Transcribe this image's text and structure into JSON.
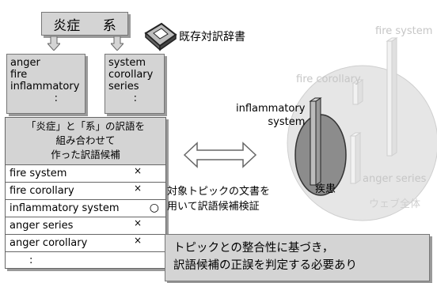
{
  "terms": {
    "left": "炎症",
    "right": "系"
  },
  "dictionary": {
    "label": "既存対訳辞書",
    "icon": "dictionary-book-icon"
  },
  "lists": {
    "left": [
      "anger",
      "fire",
      "inflammatory",
      ":"
    ],
    "right": [
      "system",
      "corollary",
      "series",
      ":"
    ]
  },
  "candidates": {
    "header": [
      "「炎症」と「系」の訳語を",
      "組み合わせて",
      "作った訳語候補"
    ],
    "rows": [
      {
        "label": "fire system",
        "mark": "×"
      },
      {
        "label": "fire corollary",
        "mark": "×"
      },
      {
        "label": "inflammatory system",
        "mark": "○"
      },
      {
        "label": "anger series",
        "mark": "×"
      },
      {
        "label": "anger corollary",
        "mark": "×"
      },
      {
        "label": ":",
        "mark": ""
      }
    ]
  },
  "verify": [
    "対象トピックの文書を",
    "用いて訳語候補検証"
  ],
  "note": [
    "トピックとの整合性に基づき，",
    "訳語候補の正誤を判定する必要あり"
  ],
  "venn": {
    "topic_bar": [
      "inflammatory",
      "system"
    ],
    "topic_circle": "疾患",
    "web_circle": "ウェブ全体",
    "faint_bars": {
      "fire_system": "fire system",
      "fire_corollary": "fire corollary",
      "anger_series": "anger series"
    }
  },
  "colors": {
    "box_fill": "#d4d4d4",
    "web_circle": "#e6e6e6",
    "topic_circle": "#8c8c8c"
  }
}
